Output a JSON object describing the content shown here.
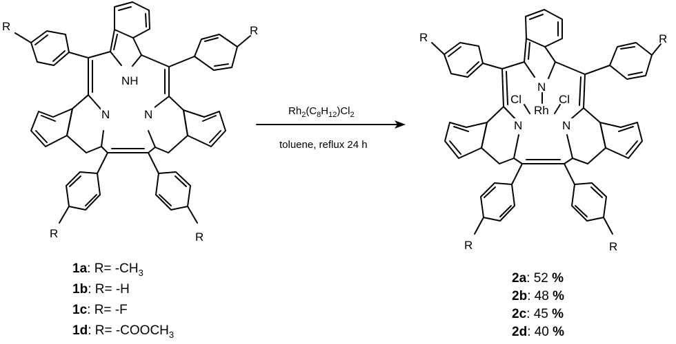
{
  "reagent": "Rh",
  "reagent_parts": [
    "Rh",
    "2",
    "(C",
    "8",
    "H",
    "12",
    ")Cl",
    "2"
  ],
  "conditions": "toluene, reflux 24 h",
  "atoms": {
    "R": "R",
    "N": "N",
    "NH": "NH",
    "Cl": "Cl",
    "Rh": "Rh"
  },
  "reactant_labels": [
    {
      "id": "1a",
      "sep": ": R= ",
      "value": "-CH",
      "sub": "3"
    },
    {
      "id": "1b",
      "sep": ": R=  ",
      "value": "-H",
      "sub": ""
    },
    {
      "id": "1c",
      "sep": ": R=  ",
      "value": "-F",
      "sub": ""
    },
    {
      "id": "1d",
      "sep": ": R= ",
      "value": "-COOCH",
      "sub": "3"
    }
  ],
  "product_labels": [
    {
      "id": "2a",
      "value": ": 52 ",
      "unit": "%"
    },
    {
      "id": "2b",
      "value": ": 48 ",
      "unit": "%"
    },
    {
      "id": "2c",
      "value": ": 45 ",
      "unit": "%"
    },
    {
      "id": "2d",
      "value": ": 40 ",
      "unit": "%"
    }
  ]
}
